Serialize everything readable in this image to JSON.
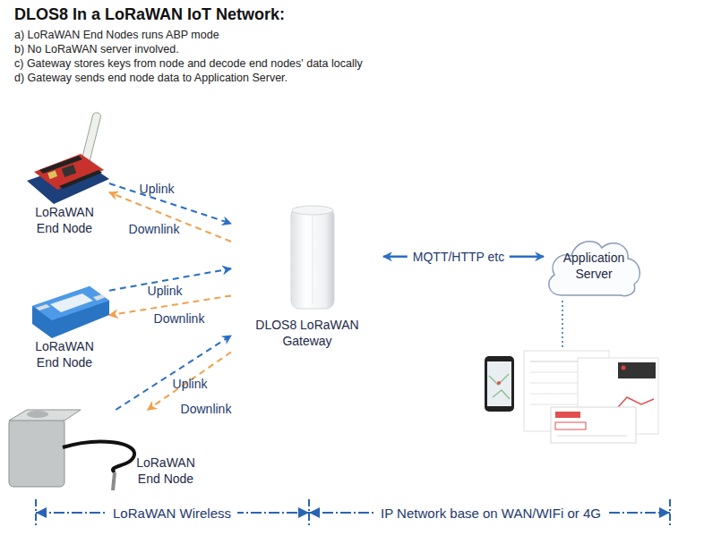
{
  "diagram": {
    "title": "DLOS8 In a LoRaWAN IoT Network:",
    "nodes": [
      {
        "text": [
          "LoRaWAN End Node"
        ]
      },
      {
        "text": [
          "LoRaWAN End Node"
        ]
      },
      {
        "text": [
          "LoRaWAN End Node"
        ]
      },
      {
        "text": [
          "DLOS8 LoRaWAN Gateway"
        ]
      },
      {
        "text": [
          "Application Server"
        ]
      }
    ],
    "edges": [
      {
        "from": 0,
        "to": 3,
        "label": "Uplink",
        "arrow": "to"
      },
      {
        "from": 3,
        "to": 0,
        "label": "Downlink",
        "arrow": "to"
      },
      {
        "from": 1,
        "to": 3,
        "label": "Uplink",
        "arrow": "to"
      },
      {
        "from": 3,
        "to": 1,
        "label": "Downlink",
        "arrow": "to"
      },
      {
        "from": 2,
        "to": 3,
        "label": "Uplink",
        "arrow": "to"
      },
      {
        "from": 3,
        "to": 2,
        "label": "Downlink",
        "arrow": "to"
      },
      {
        "from": 3,
        "to": 4,
        "label": "MQTT/HTTP etc",
        "arrow": "both"
      }
    ],
    "labels": [
      "a) LoRaWAN End Nodes runs ABP mode",
      "b) No LoRaWAN server involved.",
      "c) Gateway stores keys from node and decode end nodes' data locally",
      "d) Gateway sends end node data to Application Server.",
      "LoRaWAN Wireless",
      "IP Network base on WAN/WIFi or 4G"
    ]
  }
}
